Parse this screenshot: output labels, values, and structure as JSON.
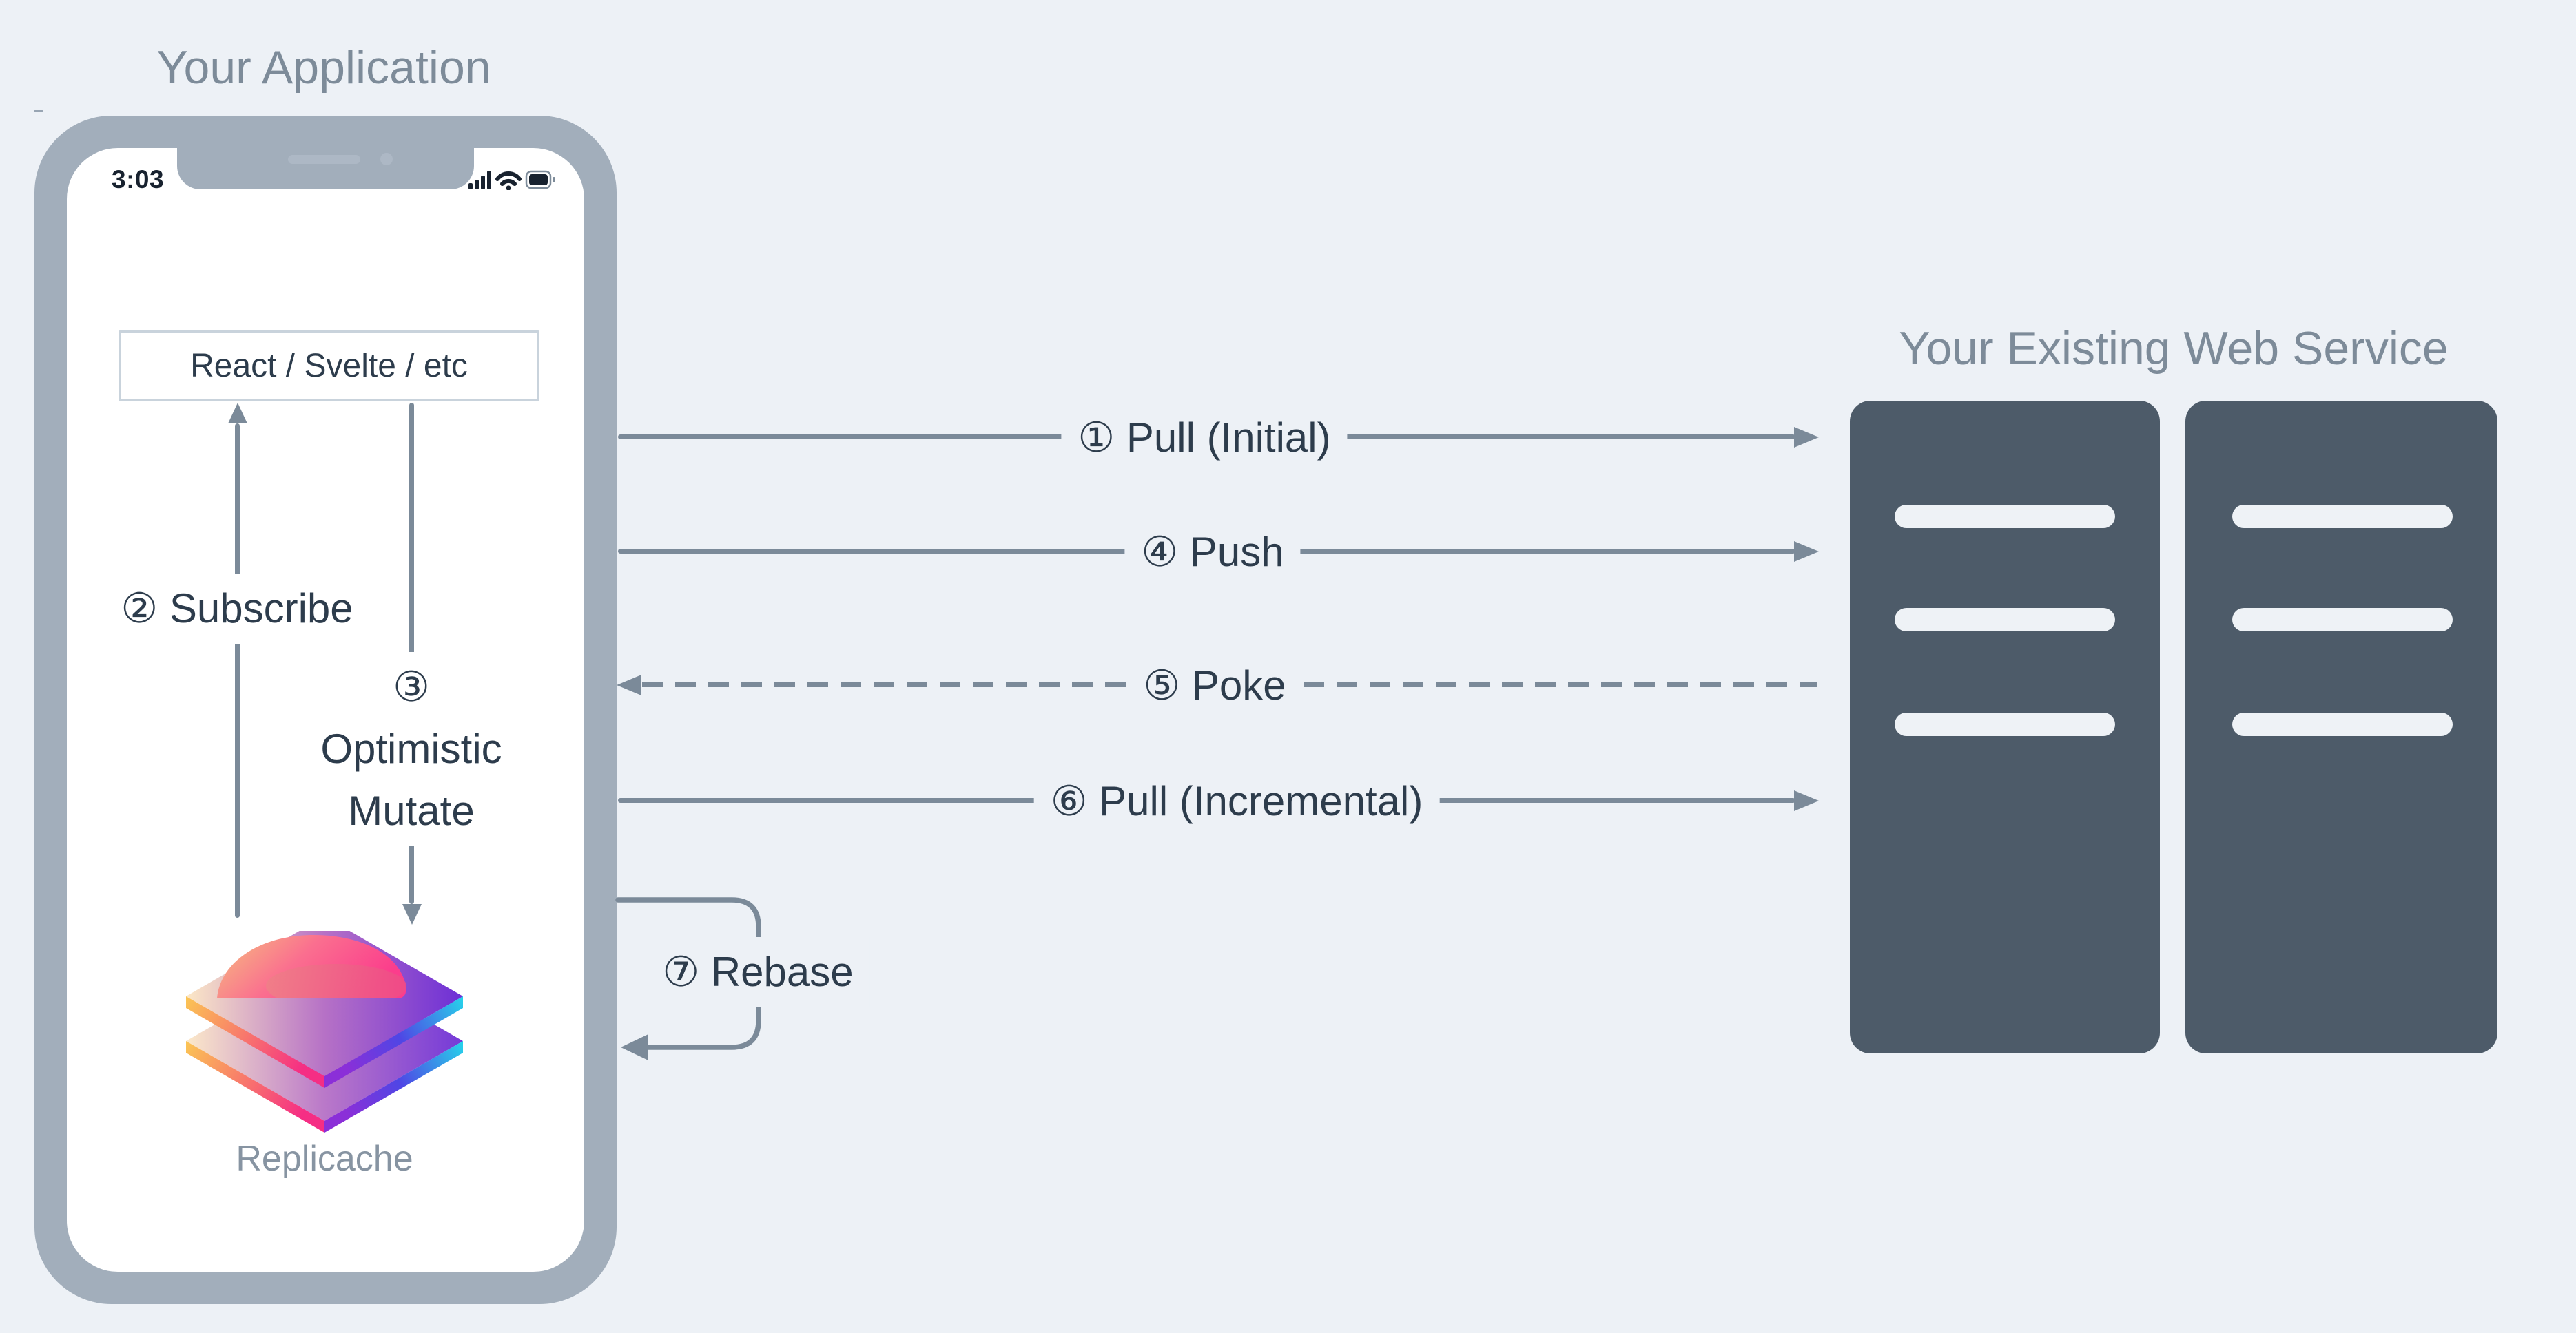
{
  "application": {
    "title": "Your Application",
    "phone": {
      "status_time": "3:03",
      "status_icons": [
        "signal-icon",
        "wifi-icon",
        "battery-icon"
      ]
    },
    "framework_box": "React / Svelte / etc",
    "logo_caption": "Replicache"
  },
  "web_service": {
    "title": "Your Existing Web Service",
    "rack_count": 2,
    "slots_per_rack": 3
  },
  "flows": {
    "pull_initial": "① Pull (Initial)",
    "subscribe": "② Subscribe",
    "optimistic_mutate": "③ Optimistic\nMutate",
    "push": "④ Push",
    "poke": "⑤ Poke",
    "pull_incremental": "⑥ Pull (Incremental)",
    "rebase": "⑦ Rebase"
  },
  "colors": {
    "background": "#edf1f6",
    "muted_title": "#7d8b99",
    "arrow": "#7b8a99",
    "dark_text": "#2d3c4c",
    "phone_bezel": "#a2aebb",
    "phone_screen": "#ffffff",
    "notch_accessory": "#adb8c5",
    "status_icon": "#18222f",
    "rack": "#4d5b69",
    "rack_slot": "#eef2f6",
    "box_border": "#c9d3dc",
    "logo_orange": "#f8b06b",
    "logo_pink": "#fa4f96",
    "logo_purple": "#6d2fd6",
    "logo_cyan": "#26d4ea"
  }
}
